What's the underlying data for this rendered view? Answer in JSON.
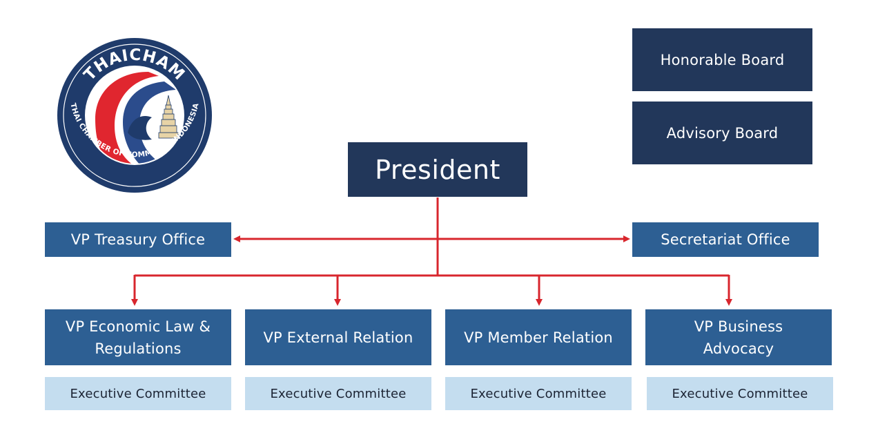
{
  "logo": {
    "arc_top": "THAICHAM",
    "arc_bottom": "THAI CHAMBER OF COMMERCE INDONESIA"
  },
  "boards": {
    "honorable": "Honorable Board",
    "advisory": "Advisory Board"
  },
  "president": "President",
  "offices": {
    "treasury": "VP Treasury Office",
    "secretariat": "Secretariat Office"
  },
  "vps": [
    {
      "line1": "VP Economic Law &",
      "line2": "Regulations",
      "committee": "Executive Committee"
    },
    {
      "line1": "VP External Relation",
      "line2": "",
      "committee": "Executive Committee"
    },
    {
      "line1": "VP Member Relation",
      "line2": "",
      "committee": "Executive Committee"
    },
    {
      "line1": "VP Business",
      "line2": "Advocacy",
      "committee": "Executive Committee"
    }
  ],
  "colors": {
    "navy": "#22375a",
    "blue": "#2d5f93",
    "pale": "#c4ddef",
    "connector": "#d8262d",
    "logo_ring": "#1f3b6b",
    "thai_red": "#e0262f",
    "thai_blue": "#2b4c8c"
  },
  "icons": [
    "arrow-left-icon",
    "arrow-right-icon",
    "arrow-down-icon",
    "pagoda-icon",
    "naga-icon"
  ]
}
